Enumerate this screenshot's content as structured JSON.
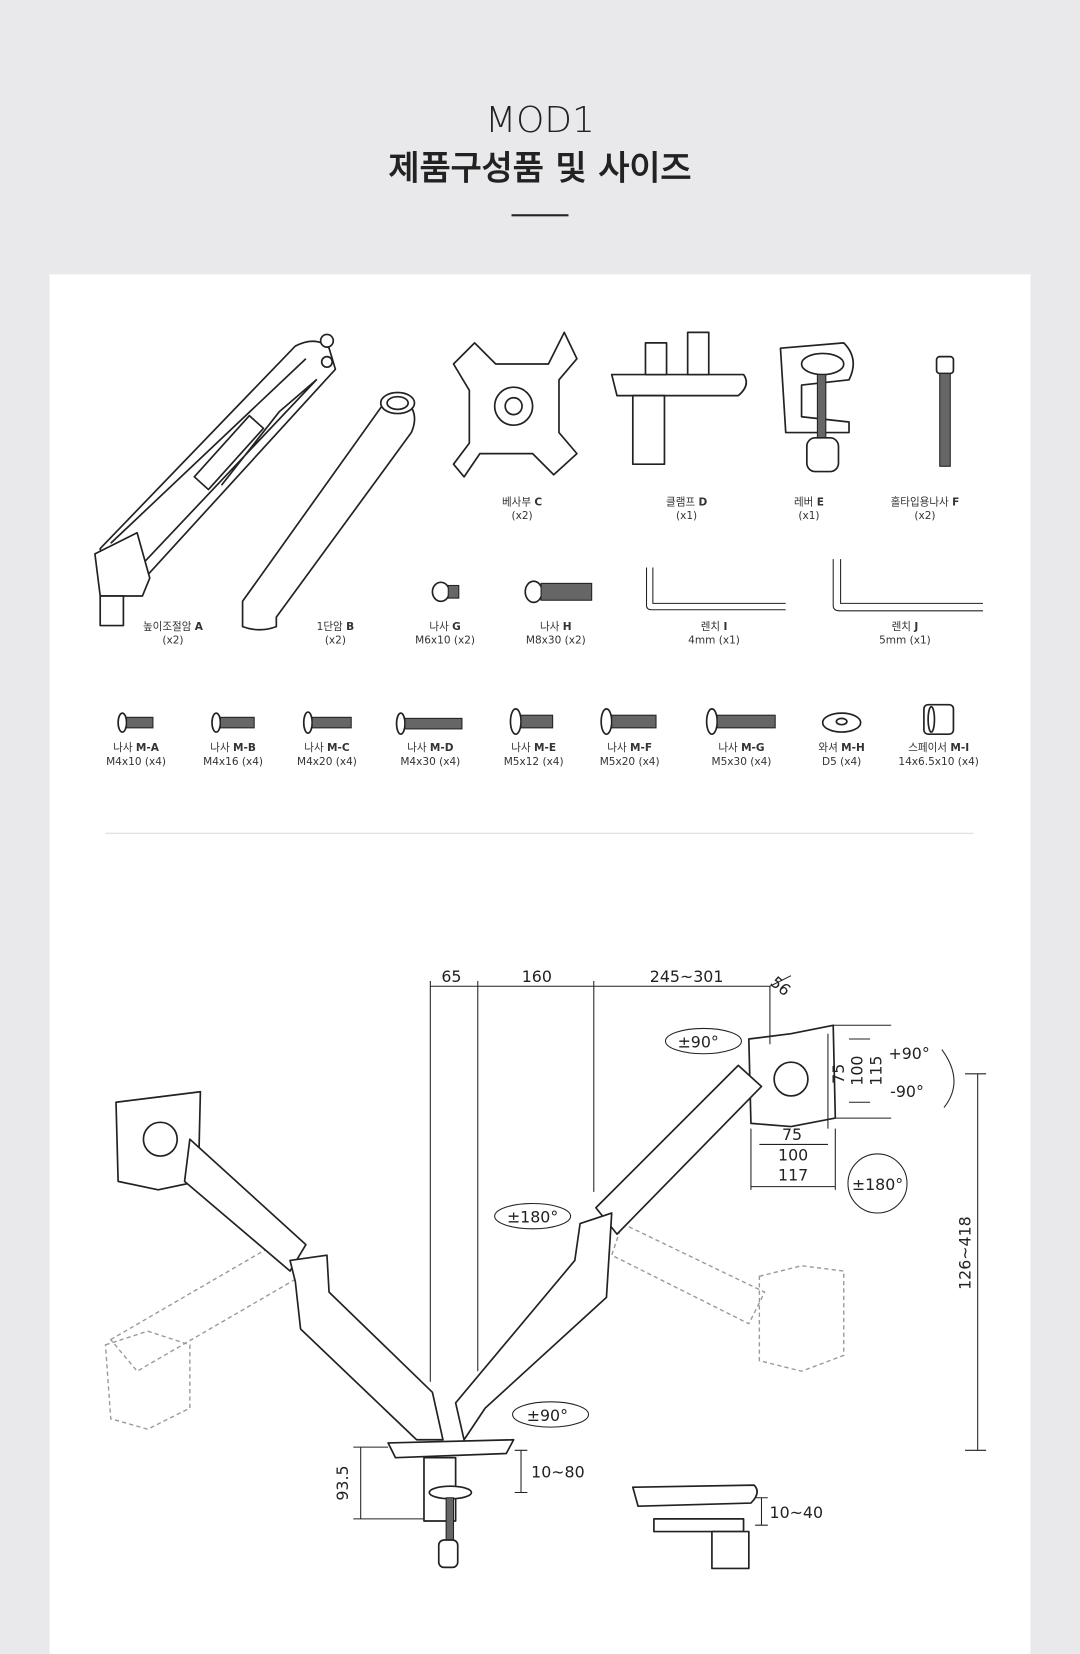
{
  "header": {
    "model": "MOD1",
    "title": "제품구성품 및 사이즈"
  },
  "parts_row1": [
    {
      "name": "베사부",
      "code": "C",
      "qty": "(x2)"
    },
    {
      "name": "클램프",
      "code": "D",
      "qty": "(x1)"
    },
    {
      "name": "레버",
      "code": "E",
      "qty": "(x1)"
    },
    {
      "name": "홀타입용나사",
      "code": "F",
      "qty": "(x2)"
    }
  ],
  "parts_row2": [
    {
      "name": "높이조절암",
      "code": "A",
      "qty": "(x2)"
    },
    {
      "name": "1단암",
      "code": "B",
      "qty": "(x2)"
    },
    {
      "name": "나사",
      "code": "G",
      "qty": "M6x10 (x2)"
    },
    {
      "name": "나사",
      "code": "H",
      "qty": "M8x30 (x2)"
    },
    {
      "name": "렌치",
      "code": "I",
      "qty": "4mm (x1)"
    },
    {
      "name": "렌치",
      "code": "J",
      "qty": "5mm (x1)"
    }
  ],
  "parts_row3": [
    {
      "name": "나사",
      "code": "M-A",
      "qty": "M4x10 (x4)"
    },
    {
      "name": "나사",
      "code": "M-B",
      "qty": "M4x16 (x4)"
    },
    {
      "name": "나사",
      "code": "M-C",
      "qty": "M4x20 (x4)"
    },
    {
      "name": "나사",
      "code": "M-D",
      "qty": "M4x30 (x4)"
    },
    {
      "name": "나사",
      "code": "M-E",
      "qty": "M5x12 (x4)"
    },
    {
      "name": "나사",
      "code": "M-F",
      "qty": "M5x20 (x4)"
    },
    {
      "name": "나사",
      "code": "M-G",
      "qty": "M5x30 (x4)"
    },
    {
      "name": "와셔",
      "code": "M-H",
      "qty": "D5 (x4)"
    },
    {
      "name": "스페이서",
      "code": "M-I",
      "qty": "14x6.5x10 (x4)"
    }
  ],
  "dimensions": {
    "d65": "65",
    "d160": "160",
    "reach": "245~301",
    "d56": "56",
    "tilt_top": "±90°",
    "tilt_up": "+90°",
    "tilt_down": "-90°",
    "v75": "75",
    "v100": "100",
    "v115": "115",
    "h75": "75",
    "h100": "100",
    "h117": "117",
    "rot_right": "±180°",
    "rot_mid": "±180°",
    "swivel_base": "±90°",
    "height": "126~418",
    "clamp_h": "93.5",
    "clamp_range": "10~80",
    "grommet_range": "10~40"
  }
}
